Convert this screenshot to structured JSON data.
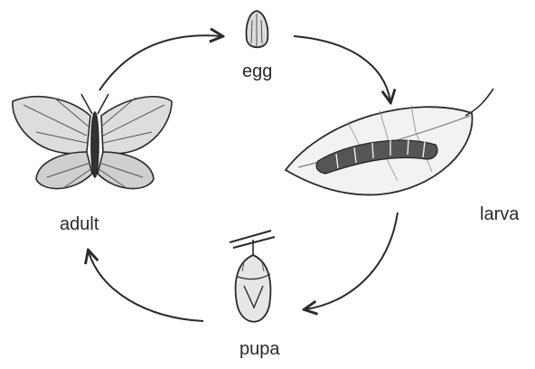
{
  "stages": {
    "egg": "egg",
    "larva": "larva",
    "pupa": "pupa",
    "adult": "adult"
  },
  "colors": {
    "ink": "#2a2a2a",
    "leaf": "#f2f2f2",
    "caterpillar": "#555555"
  },
  "icons": [
    "egg-icon",
    "leaf-with-caterpillar-icon",
    "chrysalis-icon",
    "butterfly-icon"
  ]
}
